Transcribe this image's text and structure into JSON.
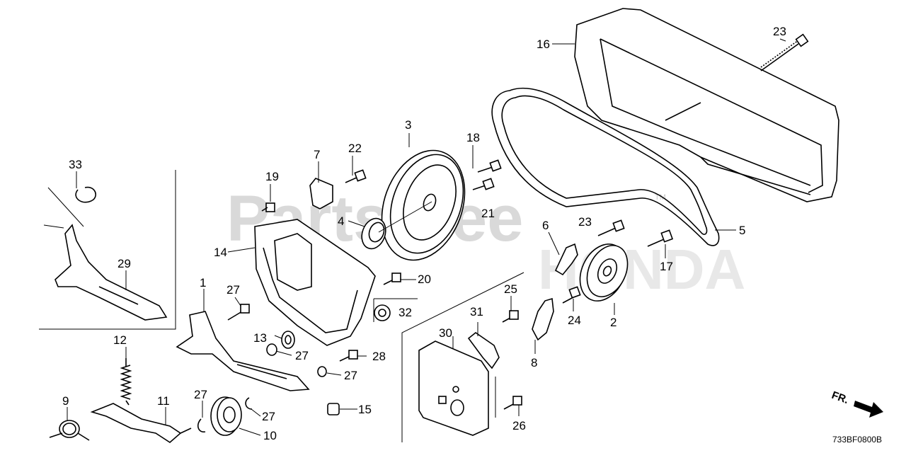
{
  "watermark": {
    "primary": "PartsTree",
    "secondary": "HONDA",
    "trademark": "TM"
  },
  "diagram_code": "733BF0800B",
  "direction_label": "FR.",
  "callouts": [
    "1",
    "2",
    "3",
    "4",
    "5",
    "6",
    "7",
    "8",
    "9",
    "10",
    "11",
    "12",
    "13",
    "14",
    "15",
    "16",
    "17",
    "18",
    "19",
    "20",
    "21",
    "22",
    "23",
    "23",
    "24",
    "25",
    "26",
    "27",
    "27",
    "27",
    "27",
    "27",
    "28",
    "29",
    "30",
    "31",
    "32",
    "33"
  ]
}
